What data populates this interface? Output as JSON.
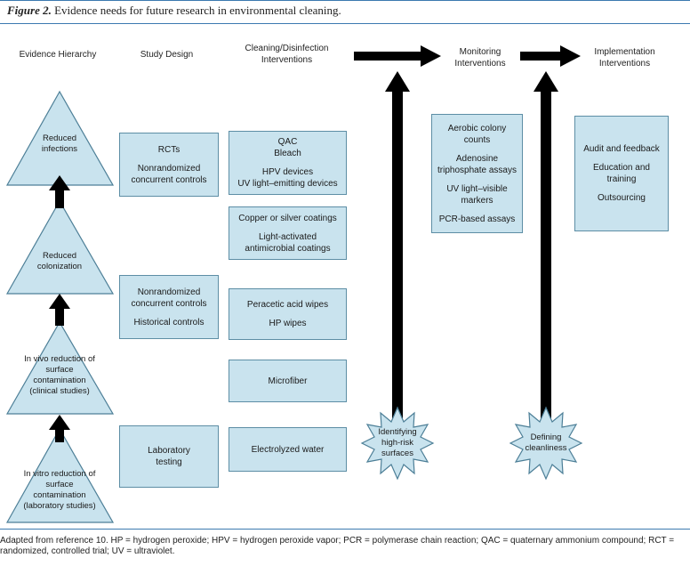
{
  "figure": {
    "label": "Figure 2.",
    "title": "Evidence needs for future research in environmental cleaning."
  },
  "columns": {
    "evidence": "Evidence Hierarchy",
    "study": "Study Design",
    "cleaning": "Cleaning/Disinfection Interventions",
    "monitoring": "Monitoring Interventions",
    "implementation": "Implementation Interventions"
  },
  "hierarchy": {
    "t1": "Reduced infections",
    "t2": "Reduced colonization",
    "t3": "In vivo reduction of surface contamination (clinical studies)",
    "t4": "In vitro reduction of surface contamination (laboratory studies)"
  },
  "study": {
    "b1": [
      "RCTs",
      "Nonrandomized concurrent controls"
    ],
    "b2": [
      "Nonrandomized concurrent controls",
      "Historical controls"
    ],
    "b3": [
      "Laboratory testing"
    ]
  },
  "cleaning": {
    "b1": [
      "QAC",
      "Bleach",
      "HPV devices",
      "UV light–emitting devices"
    ],
    "b2": [
      "Copper or silver coatings",
      "Light-activated antimicrobial coatings"
    ],
    "b3": [
      "Peracetic acid wipes",
      "HP wipes"
    ],
    "b4": [
      "Microfiber"
    ],
    "b5": [
      "Electrolyzed water"
    ]
  },
  "monitoring": [
    "Aerobic colony counts",
    "Adenosine triphosphate assays",
    "UV light–visible markers",
    "PCR-based assays"
  ],
  "implementation": [
    "Audit and feedback",
    "Education and training",
    "Outsourcing"
  ],
  "starbursts": {
    "s1": "Identifying high-risk surfaces",
    "s2": "Defining cleanliness"
  },
  "footnote": "Adapted from reference 10. HP = hydrogen peroxide; HPV = hydrogen peroxide vapor; PCR = polymerase chain reaction; QAC = quaternary ammonium compound; RCT = randomized, controlled trial; UV = ultraviolet.",
  "colors": {
    "box": "#c9e3ee",
    "border": "#5d8ea5",
    "rule": "#3c7ab0",
    "arrow": "#000000"
  }
}
